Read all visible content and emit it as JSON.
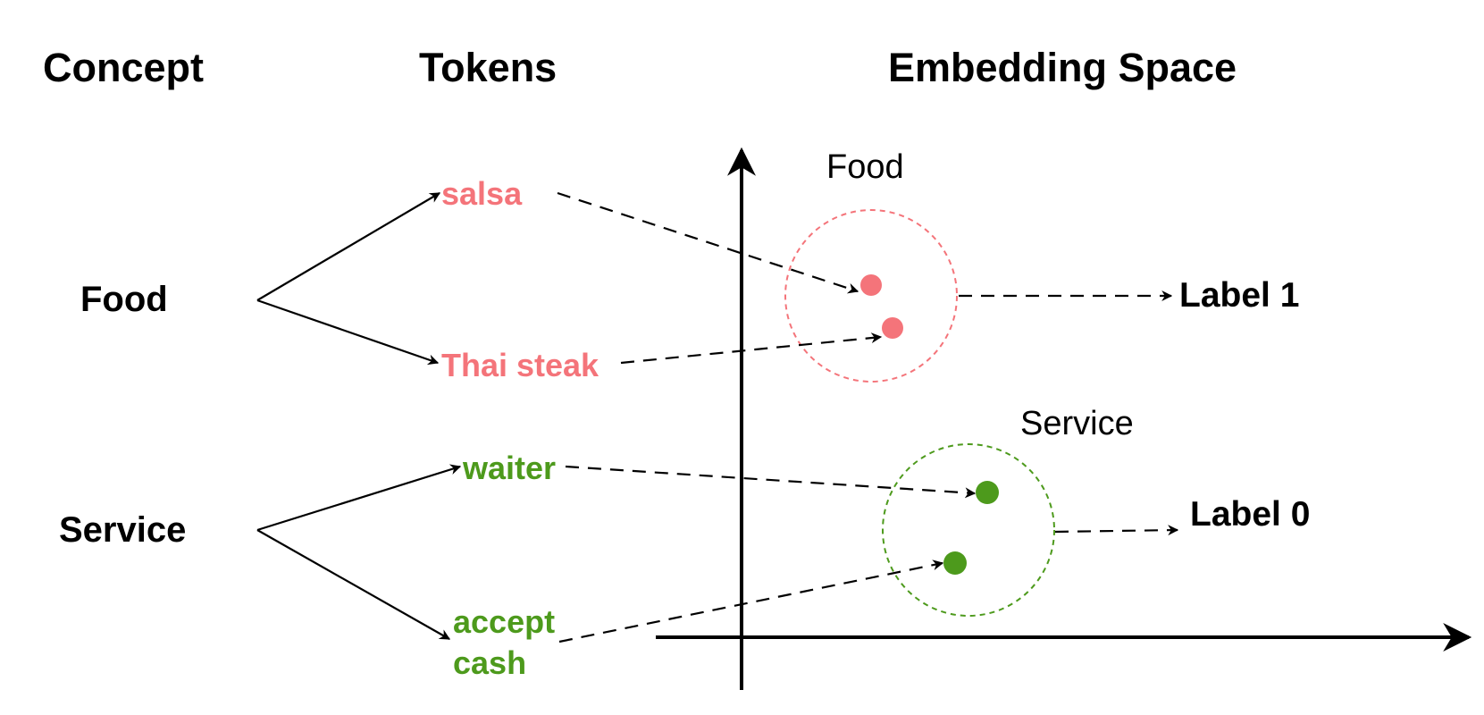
{
  "headers": {
    "concept": "Concept",
    "tokens": "Tokens",
    "embedding": "Embedding Space"
  },
  "concepts": [
    {
      "label": "Food"
    },
    {
      "label": "Service"
    }
  ],
  "tokens": [
    {
      "lines": [
        "salsa"
      ],
      "concept": "Food"
    },
    {
      "lines": [
        "Thai steak"
      ],
      "concept": "Food"
    },
    {
      "lines": [
        "waiter"
      ],
      "concept": "Service"
    },
    {
      "lines": [
        "accept",
        "cash"
      ],
      "concept": "Service"
    }
  ],
  "clusters": [
    {
      "label": "Food",
      "output_label": "Label 1",
      "color": "#f4747a"
    },
    {
      "label": "Service",
      "output_label": "Label 0",
      "color": "#4d9a1c"
    }
  ],
  "colors": {
    "food": "#f4747a",
    "service": "#4d9a1c",
    "ink": "#000000"
  }
}
